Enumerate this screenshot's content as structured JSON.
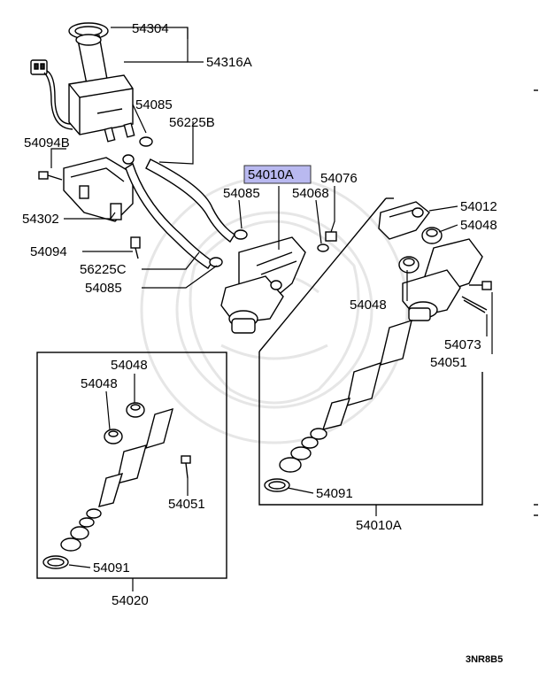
{
  "labels": {
    "l_54304": "54304",
    "l_54316A": "54316A",
    "l_54085_a": "54085",
    "l_56225B": "56225B",
    "l_54094B": "54094B",
    "l_54010A_hl": "54010A",
    "l_54076": "54076",
    "l_54085_b": "54085",
    "l_54068": "54068",
    "l_54302": "54302",
    "l_54094": "54094",
    "l_56225C": "56225C",
    "l_54085_c": "54085",
    "l_54012": "54012",
    "l_54048_r1": "54048",
    "l_54048_r2": "54048",
    "l_54073": "54073",
    "l_54051_r": "54051",
    "l_54091_r": "54091",
    "l_54010A_bottom": "54010A",
    "l_54048_l1": "54048",
    "l_54048_l2": "54048",
    "l_54051_l": "54051",
    "l_54091_l": "54091",
    "l_54020": "54020"
  },
  "footer": {
    "code": "3NR8B5"
  },
  "colors": {
    "highlight": "#b9b9f0",
    "ink": "#000000",
    "watermark": "#e6e6e6"
  }
}
